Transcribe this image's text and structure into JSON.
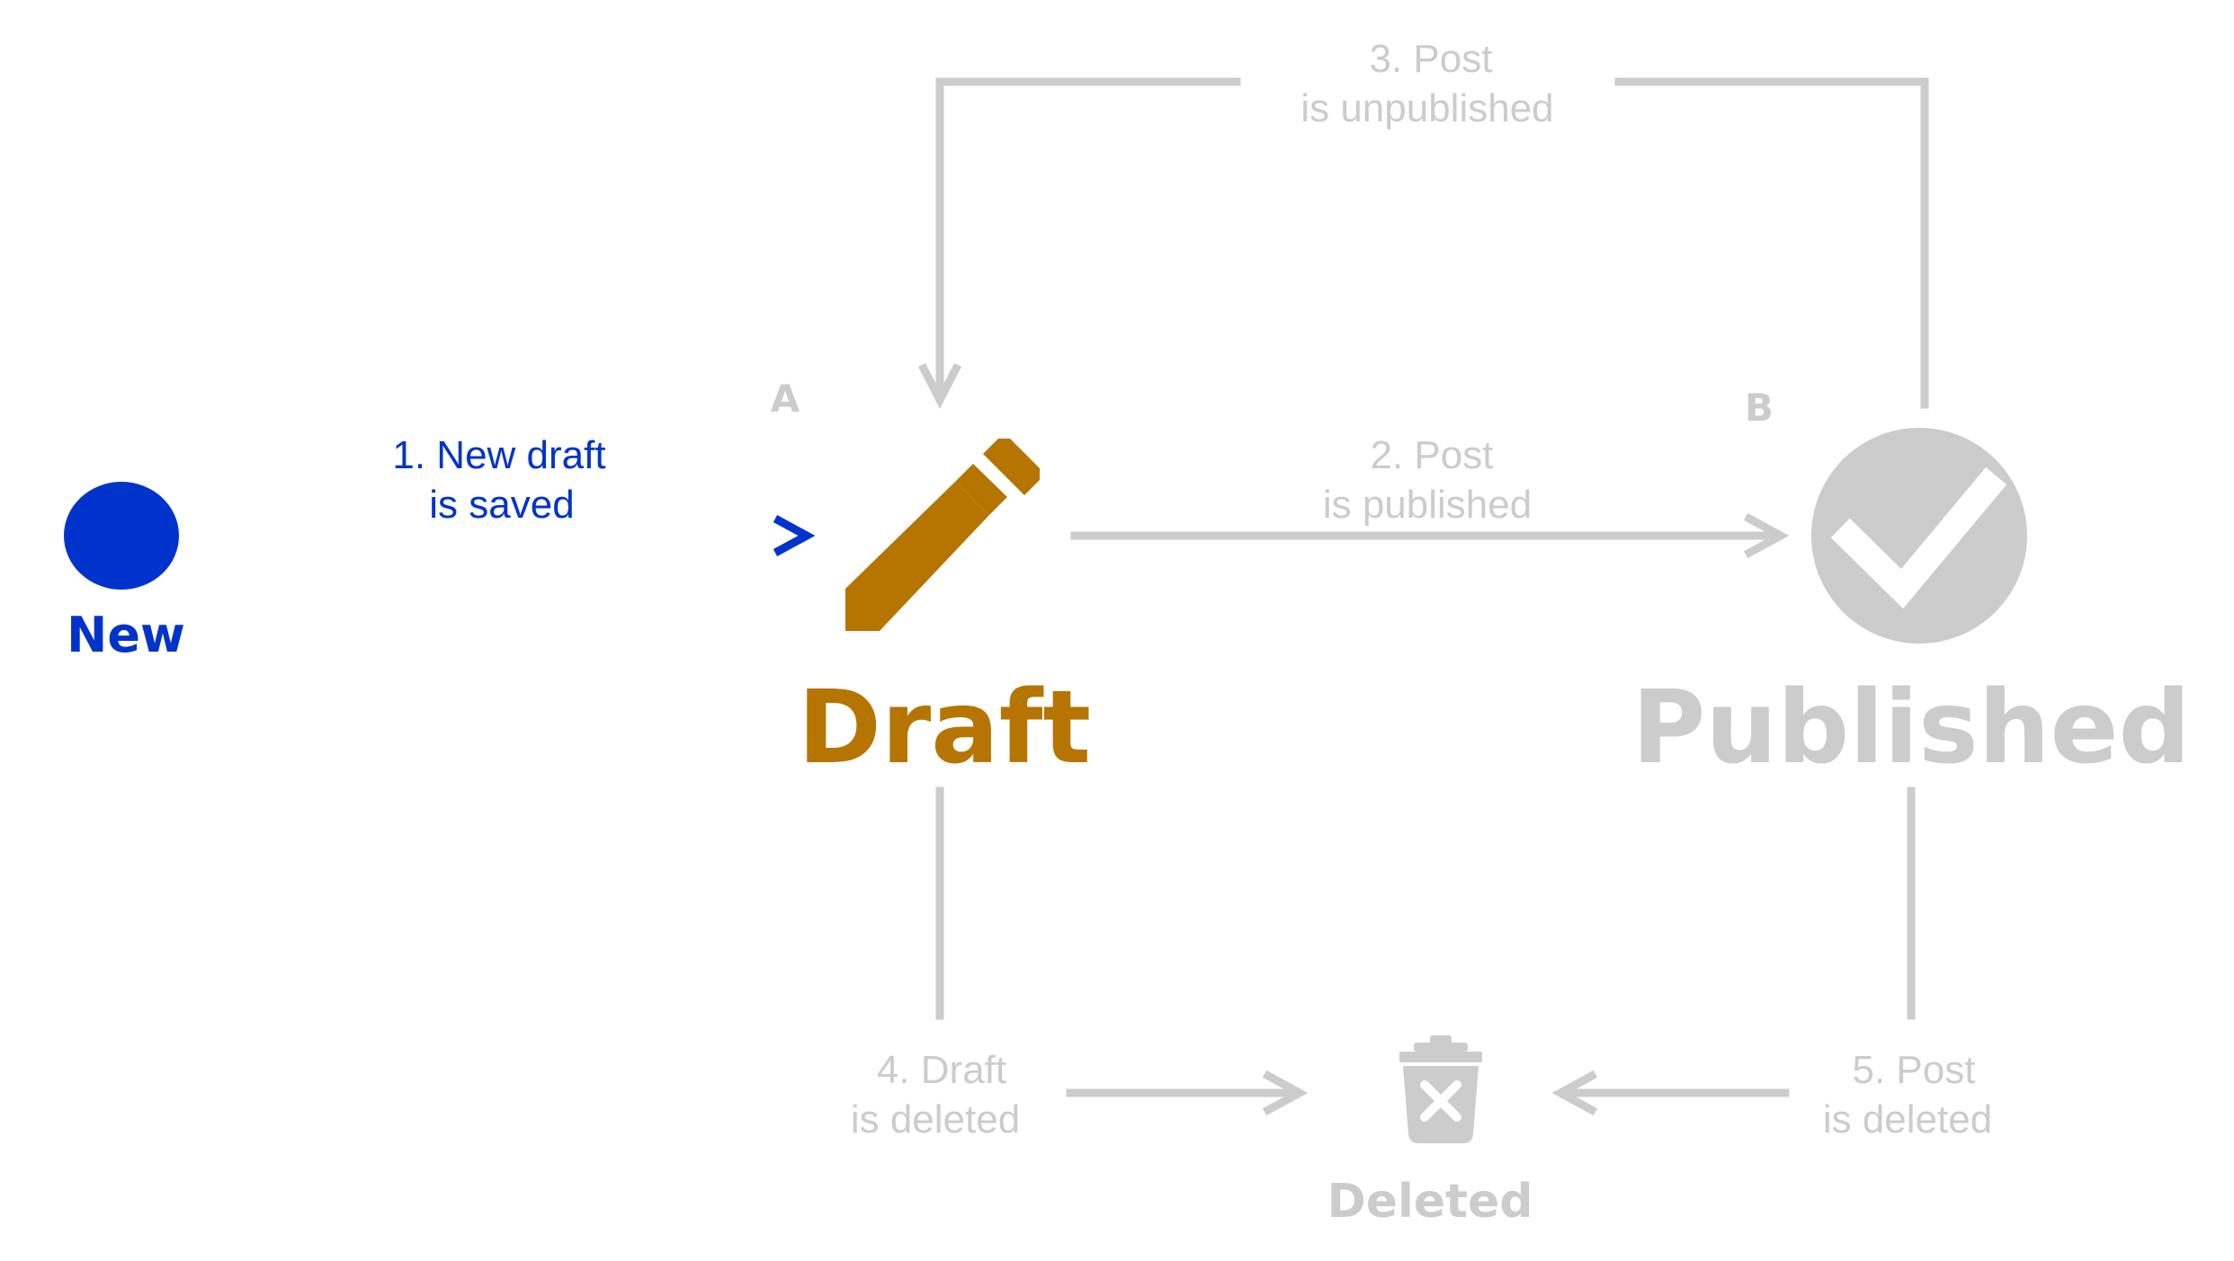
{
  "colors": {
    "active_blue": "#0033cc",
    "draft_brown": "#b57500",
    "inactive_gray": "#cccccc",
    "background": "#ffffff"
  },
  "states": {
    "new": {
      "label": "New",
      "icon": "filled-circle-icon"
    },
    "draft": {
      "label": "Draft",
      "marker": "A",
      "icon": "pencil-icon"
    },
    "published": {
      "label": "Published",
      "marker": "B",
      "icon": "check-circle-icon"
    },
    "deleted": {
      "label": "Deleted",
      "icon": "trash-can-icon"
    }
  },
  "transitions": {
    "t1": {
      "line1": "1. New draft",
      "line2": "is saved",
      "from": "New",
      "to": "Draft"
    },
    "t2": {
      "line1": "2. Post",
      "line2": "is published",
      "from": "Draft",
      "to": "Published"
    },
    "t3": {
      "line1": "3. Post",
      "line2": "is unpublished",
      "from": "Published",
      "to": "Draft"
    },
    "t4": {
      "line1": "4. Draft",
      "line2": "is deleted",
      "from": "Draft",
      "to": "Deleted"
    },
    "t5": {
      "line1": "5. Post",
      "line2": "is deleted",
      "from": "Published",
      "to": "Deleted"
    }
  }
}
